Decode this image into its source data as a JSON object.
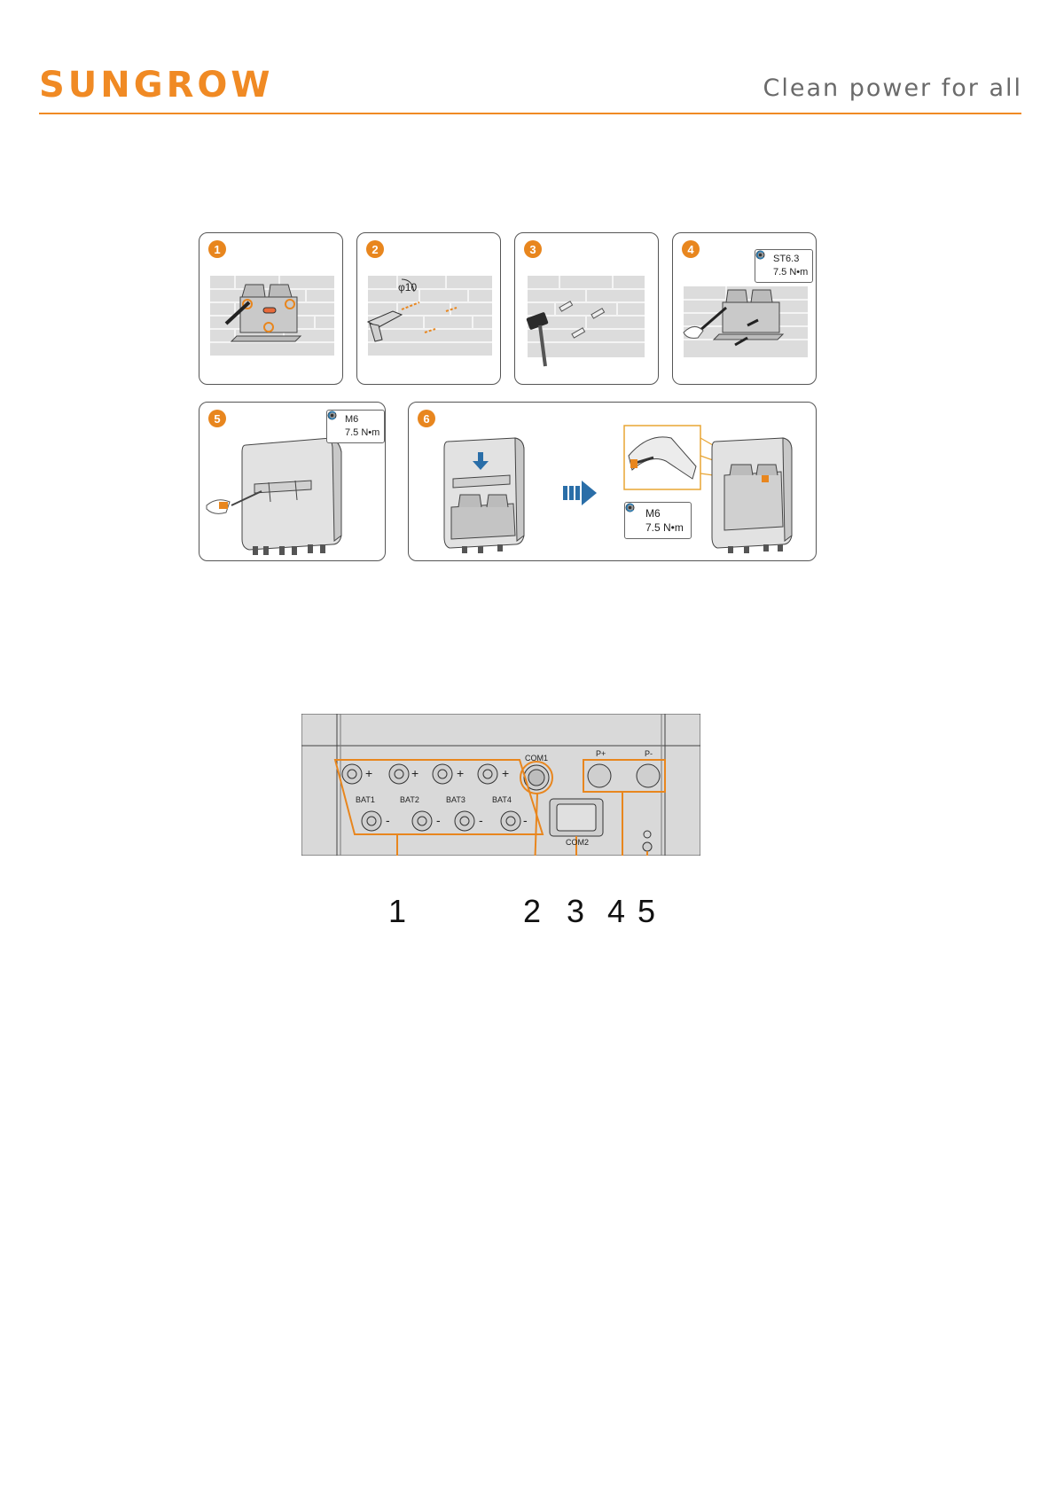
{
  "header": {
    "logo_text": "SUNGROW",
    "slogan": "Clean power for all",
    "brand_color": "#f08a24"
  },
  "steps": [
    {
      "number": "1"
    },
    {
      "number": "2",
      "drill_size": "φ10"
    },
    {
      "number": "3"
    },
    {
      "number": "4",
      "screw": "ST6.3",
      "torque": "7.5 N•m"
    },
    {
      "number": "5",
      "screw": "M6",
      "torque": "7.5 N•m"
    },
    {
      "number": "6",
      "screw": "M6",
      "torque": "7.5 N•m"
    }
  ],
  "panel": {
    "bat_labels": [
      "BAT1",
      "BAT2",
      "BAT3",
      "BAT4"
    ],
    "plus_sign": "+",
    "minus_sign": "-",
    "com1": "COM1",
    "com2": "COM2",
    "p_plus": "P+",
    "p_minus": "P-"
  },
  "callouts": [
    "1",
    "2",
    "3",
    "4",
    "5"
  ]
}
